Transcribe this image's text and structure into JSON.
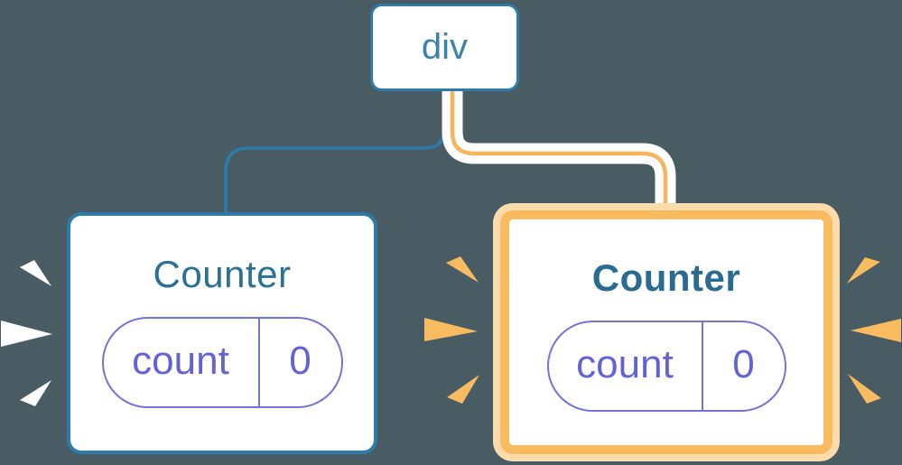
{
  "diagram": {
    "root": {
      "label": "div"
    },
    "children": [
      {
        "title": "Counter",
        "state_name": "count",
        "state_value": "0",
        "highlighted": false
      },
      {
        "title": "Counter",
        "state_name": "count",
        "state_value": "0",
        "highlighted": true
      }
    ]
  },
  "colors": {
    "background": "#4a5c63",
    "blue": "#2d7bab",
    "blue_text": "#3b82af",
    "title_blue": "#2b7095",
    "title_blue_bold": "#2a6b92",
    "indigo_border": "#7473d8",
    "indigo_text": "#6463d3",
    "orange": "#f8bb60",
    "orange_light": "#fcdcab",
    "orange_core": "#f6b45c",
    "white": "#ffffff"
  }
}
